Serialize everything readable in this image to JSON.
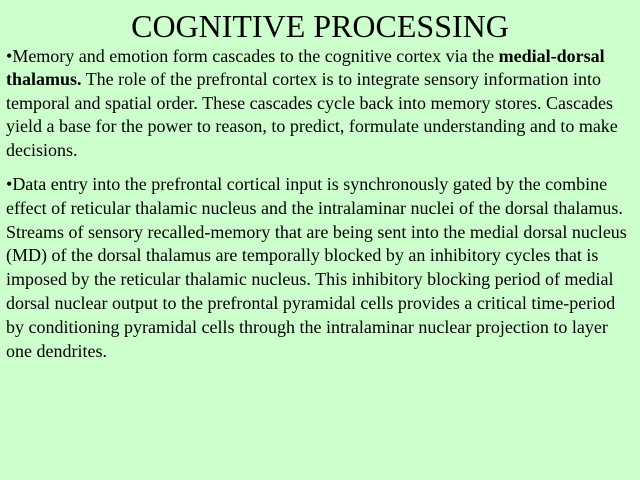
{
  "title": "COGNITIVE PROCESSING",
  "bullet": "•",
  "paragraph1": {
    "part1": "Memory and emotion form cascades to the cognitive cortex via the ",
    "bold": "medial-dorsal  thalamus.",
    "part2": " The role of the prefrontal cortex is to  integrate sensory information into temporal and spatial order.   These cascades cycle back into memory stores. Cascades yield a base for the power to reason, to predict, formulate understanding and to make decisions."
  },
  "paragraph2": {
    "text": "Data entry into the prefrontal cortical input is synchronously gated by the combine effect of  reticular thalamic nucleus and the intralaminar nuclei of the dorsal thalamus. Streams of sensory recalled-memory that are being sent into the medial dorsal nucleus (MD) of the dorsal thalamus  are temporally blocked by an inhibitory cycles that is imposed by the reticular thalamic nucleus. This inhibitory blocking period of medial dorsal nuclear output to the prefrontal pyramidal cells provides a critical time-period by conditioning  pyramidal cells  through the intralaminar nuclear projection to layer one dendrites."
  }
}
